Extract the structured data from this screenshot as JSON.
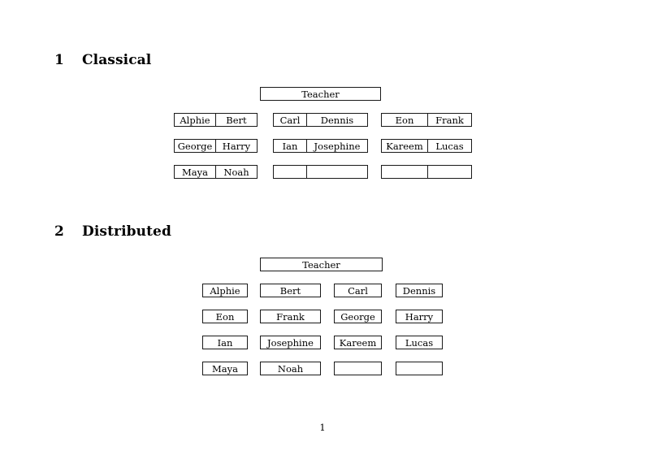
{
  "document": {
    "page_number": "1"
  },
  "sections": [
    {
      "number": "1",
      "title": "Classical",
      "teacher_label": "Teacher",
      "layout": "three-groups-of-two-columns",
      "groups": [
        {
          "rows": [
            [
              "Alphie",
              "Bert"
            ],
            [
              "George",
              "Harry"
            ],
            [
              "Maya",
              "Noah"
            ]
          ]
        },
        {
          "rows": [
            [
              "Carl",
              "Dennis"
            ],
            [
              "Ian",
              "Josephine"
            ],
            [
              "",
              ""
            ]
          ]
        },
        {
          "rows": [
            [
              "Eon",
              "Frank"
            ],
            [
              "Kareem",
              "Lucas"
            ],
            [
              "",
              ""
            ]
          ]
        }
      ]
    },
    {
      "number": "2",
      "title": "Distributed",
      "teacher_label": "Teacher",
      "layout": "four-independent-columns",
      "columns": [
        {
          "cells": [
            "Alphie",
            "Eon",
            "Ian",
            "Maya"
          ]
        },
        {
          "cells": [
            "Bert",
            "Frank",
            "Josephine",
            "Noah"
          ]
        },
        {
          "cells": [
            "Carl",
            "George",
            "Kareem",
            ""
          ]
        },
        {
          "cells": [
            "Dennis",
            "Harry",
            "Lucas",
            ""
          ]
        }
      ]
    }
  ],
  "colors": {
    "page_background": "#ffffff",
    "text": "#000000",
    "box_border": "#1a1a1a"
  }
}
